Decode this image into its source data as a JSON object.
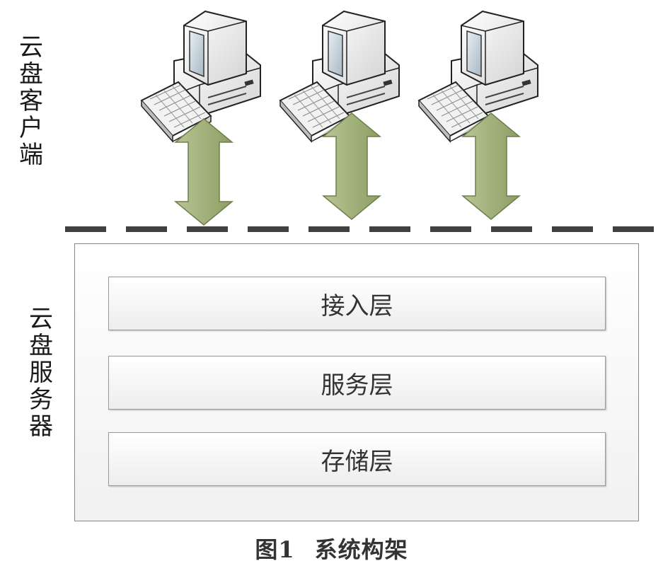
{
  "client_label": [
    "云",
    "盘",
    "客",
    "户",
    "端"
  ],
  "server_label": [
    "云",
    "盘",
    "服",
    "务",
    "器"
  ],
  "layers": [
    "接入层",
    "服务层",
    "存储层"
  ],
  "caption": {
    "figure": "图1",
    "title": "系统构架"
  },
  "clients": [
    {
      "icon": "desktop-computer-icon"
    },
    {
      "icon": "desktop-computer-icon"
    },
    {
      "icon": "desktop-computer-icon"
    }
  ],
  "colors": {
    "arrow_fill": "#9aaa74",
    "arrow_stroke": "#6f7f4c",
    "dash_line": "#404040",
    "box_border": "#888888"
  }
}
